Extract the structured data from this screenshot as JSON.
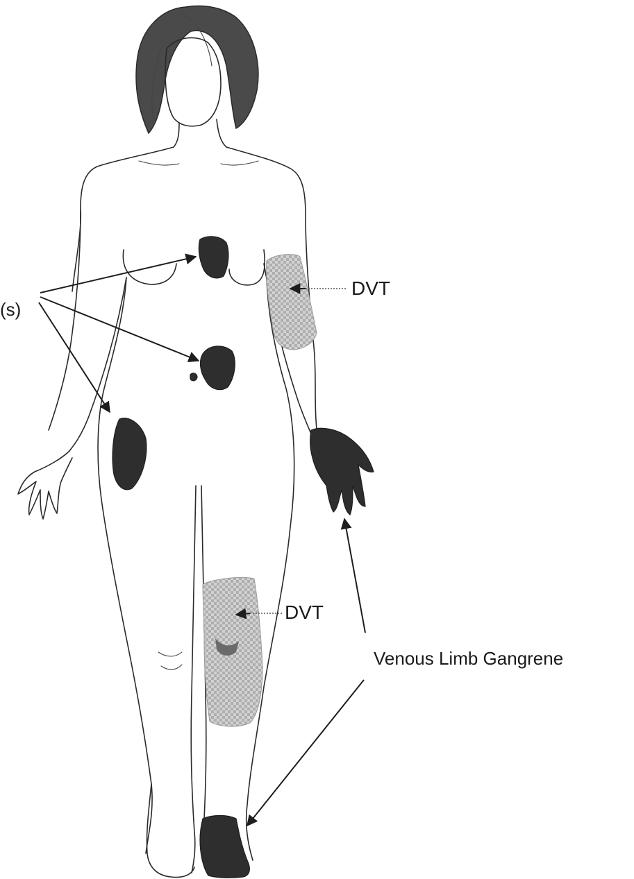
{
  "labels": {
    "skin_necrosis_partial": "(s)",
    "dvt_arm": "DVT",
    "dvt_leg": "DVT",
    "venous_limb_gangrene": "Venous Limb Gangrene"
  },
  "colors": {
    "lesion": "#2e2e2e",
    "dvt_fill": "#c9c9c9",
    "outline": "#2a2a2a"
  }
}
